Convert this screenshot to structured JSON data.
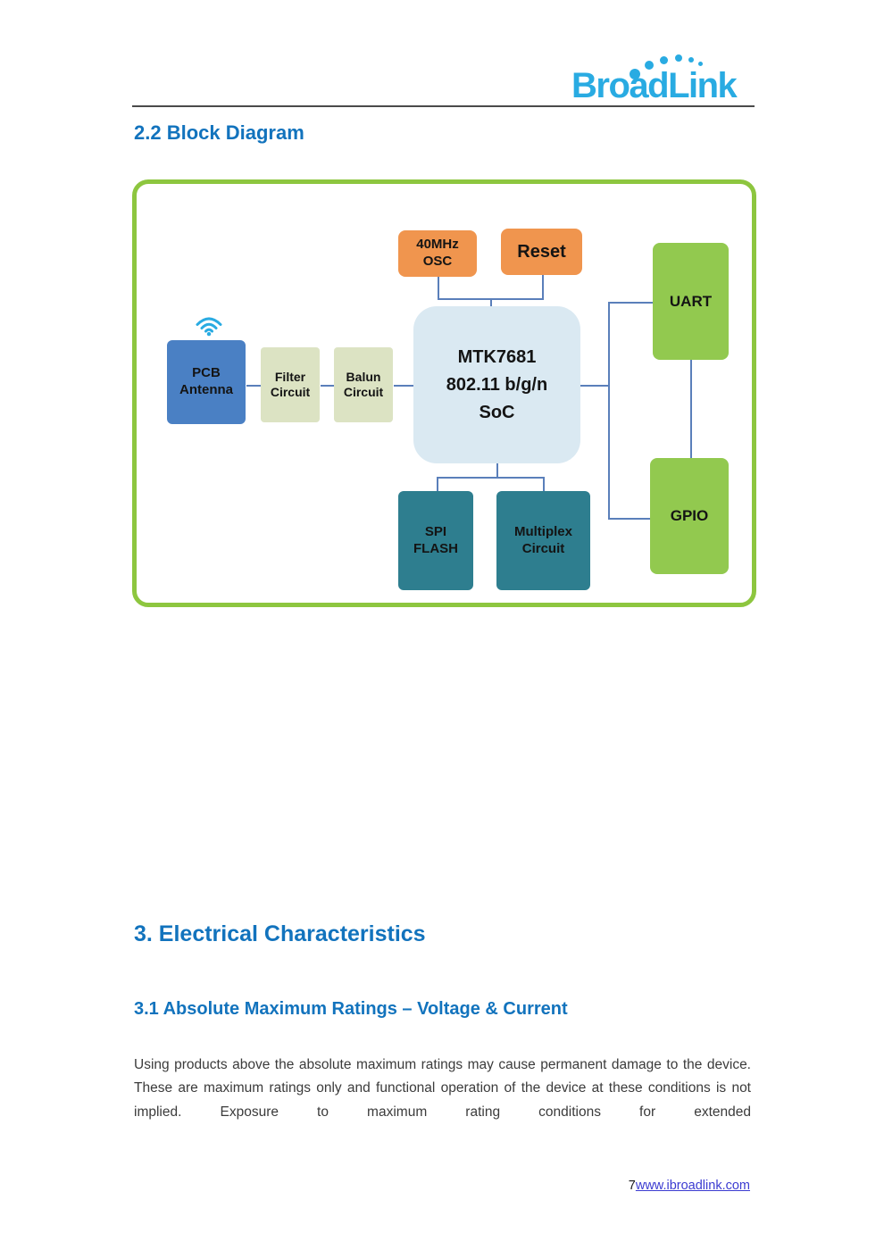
{
  "logo": {
    "text": "BroadLink"
  },
  "headings": {
    "block_diagram": "2.2 Block Diagram",
    "electrical": "3. Electrical Characteristics",
    "abs_max": "3.1 Absolute Maximum Ratings – Voltage & Current"
  },
  "paragraph": "Using products above the absolute maximum ratings may cause permanent damage to the device. These are maximum ratings only and functional operation of the device at these conditions is not implied. Exposure to maximum rating conditions for extended",
  "diagram": {
    "blocks": {
      "osc": "40MHz\nOSC",
      "reset": "Reset",
      "uart": "UART",
      "pcb_antenna": "PCB\nAntenna",
      "filter": "Filter\nCircuit",
      "balun": "Balun\nCircuit",
      "soc": "MTK7681\n802.11 b/g/n\nSoC",
      "spi_flash": "SPI\nFLASH",
      "multiplex": "Multiplex\nCircuit",
      "gpio": "GPIO"
    },
    "icons": {
      "wifi": "wifi-icon"
    },
    "colors": {
      "box_orange": "#F0954E",
      "box_green": "#92C94F",
      "box_blue": "#4A80C4",
      "box_pale_green": "#DCE3C3",
      "box_light_blue": "#DAE9F2",
      "box_teal": "#2E7E8F",
      "container_border_green": "#8DC63F",
      "connector_blue": "#5A7FBA",
      "heading_blue": "#1273BD",
      "logo_cyan": "#29ABE2",
      "link_blue": "#3B3BD1"
    }
  },
  "footer": {
    "page_number": "7",
    "link": "www.ibroadlink.com"
  }
}
